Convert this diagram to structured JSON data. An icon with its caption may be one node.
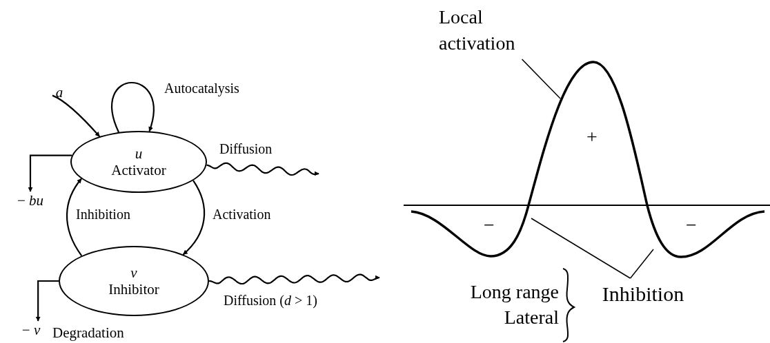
{
  "diagram": {
    "nodes": [
      {
        "text": [
          "u",
          "Activator"
        ]
      },
      {
        "text": [
          "v",
          "Inhibitor"
        ]
      },
      {
        "text": [
          "a"
        ]
      },
      {
        "text": [
          "− *bu*"
        ]
      },
      {
        "text": [
          "− *v*"
        ],
        "beside": [
          "Degradation"
        ]
      },
      {
        "text": [
          "Local activation"
        ]
      },
      {
        "text": [
          "Inhibition"
        ]
      }
    ],
    "edges": [
      {
        "from": 0,
        "to": 0,
        "arrow": "to",
        "label": "Autocatalysis"
      },
      {
        "from": 2,
        "to": 0,
        "arrow": "to"
      },
      {
        "from": 0,
        "to": 3,
        "arrow": "to"
      },
      {
        "from": 1,
        "to": 4,
        "arrow": "to"
      },
      {
        "from": 0,
        "to": null,
        "arrow": "to",
        "label": "Diffusion"
      },
      {
        "from": 1,
        "to": 0,
        "arrow": "to",
        "label": "Inhibition"
      },
      {
        "from": 0,
        "to": 1,
        "arrow": "to",
        "label": "Activation"
      },
      {
        "from": 1,
        "to": null,
        "arrow": "to",
        "label": "Diffusion (*d* > 1)"
      },
      {
        "from": 5,
        "to": null,
        "arrow": "none"
      },
      {
        "from": 6,
        "to": null,
        "arrow": "none"
      },
      {
        "from": 6,
        "to": null,
        "arrow": "none"
      }
    ],
    "labels": [
      "+",
      "−",
      "−",
      "Long range",
      "Lateral"
    ]
  }
}
